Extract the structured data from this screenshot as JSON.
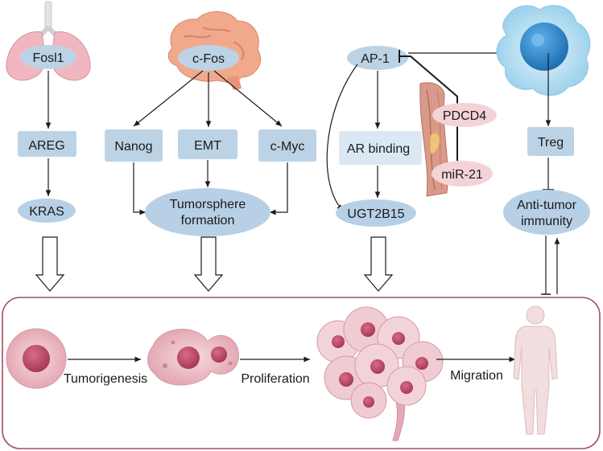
{
  "colors": {
    "box_fill": "#bcd3e6",
    "ellipse_fill": "#b7d0e6",
    "pink_fill": "#f4d3d8",
    "frame_stroke": "#a05060",
    "arrow": "#1a1a1a",
    "cell_pink": "#e8b7c0",
    "nucleus": "#c2536e",
    "tissue": "#d99a8a",
    "body_skin": "#f2dede"
  },
  "icons": {
    "lungs": "lungs-icon",
    "brain": "brain-icon",
    "immune_cell": "immune-cell-icon",
    "vessel": "blood-vessel-icon",
    "human": "human-body-icon",
    "hollow_arrow": "hollow-down-arrow-icon"
  },
  "panel1": {
    "fosl1": "Fosl1",
    "areg": "AREG",
    "kras": "KRAS"
  },
  "panel2": {
    "cfos": "c-Fos",
    "nanog": "Nanog",
    "emt": "EMT",
    "cmyc": "c-Myc",
    "tumorsphere_line1": "Tumorsphere",
    "tumorsphere_line2": "formation"
  },
  "panel3": {
    "ap1": "AP-1",
    "ar_binding": "AR binding",
    "ugt2b15": "UGT2B15",
    "pdcd4": "PDCD4",
    "mir21": "miR-21"
  },
  "panel4": {
    "treg": "Treg",
    "antitumor_line1": "Anti-tumor",
    "antitumor_line2": "immunity"
  },
  "bottom": {
    "tumorigenesis": "Tumorigenesis",
    "proliferation": "Proliferation",
    "migration": "Migration"
  }
}
